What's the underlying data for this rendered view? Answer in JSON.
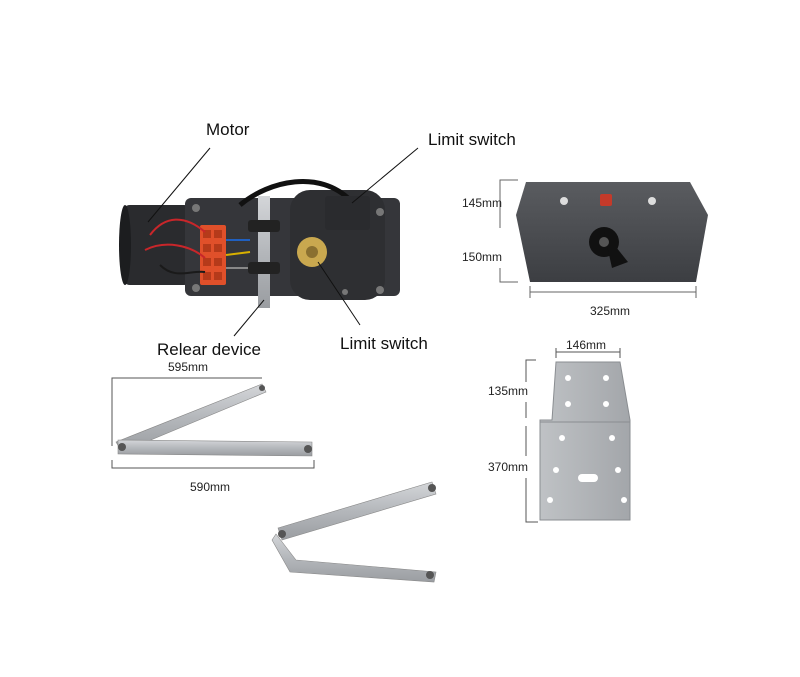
{
  "callouts": {
    "motor": "Motor",
    "limit_switch_top": "Limit switch",
    "limit_switch_bottom": "Limit switch",
    "release_device": "Relear device"
  },
  "dimensions": {
    "cover_height_top": "145mm",
    "cover_height_bottom": "150mm",
    "cover_width": "325mm",
    "arm_top_length": "595mm",
    "arm_bottom_length": "590mm",
    "bracket_width": "146mm",
    "bracket_top_height": "135mm",
    "bracket_bottom_height": "370mm"
  },
  "colors": {
    "motor_body": "#2f3033",
    "cover": "#4a4c50",
    "aluminum": "#b9bcc0",
    "terminal": "#e0502a"
  }
}
